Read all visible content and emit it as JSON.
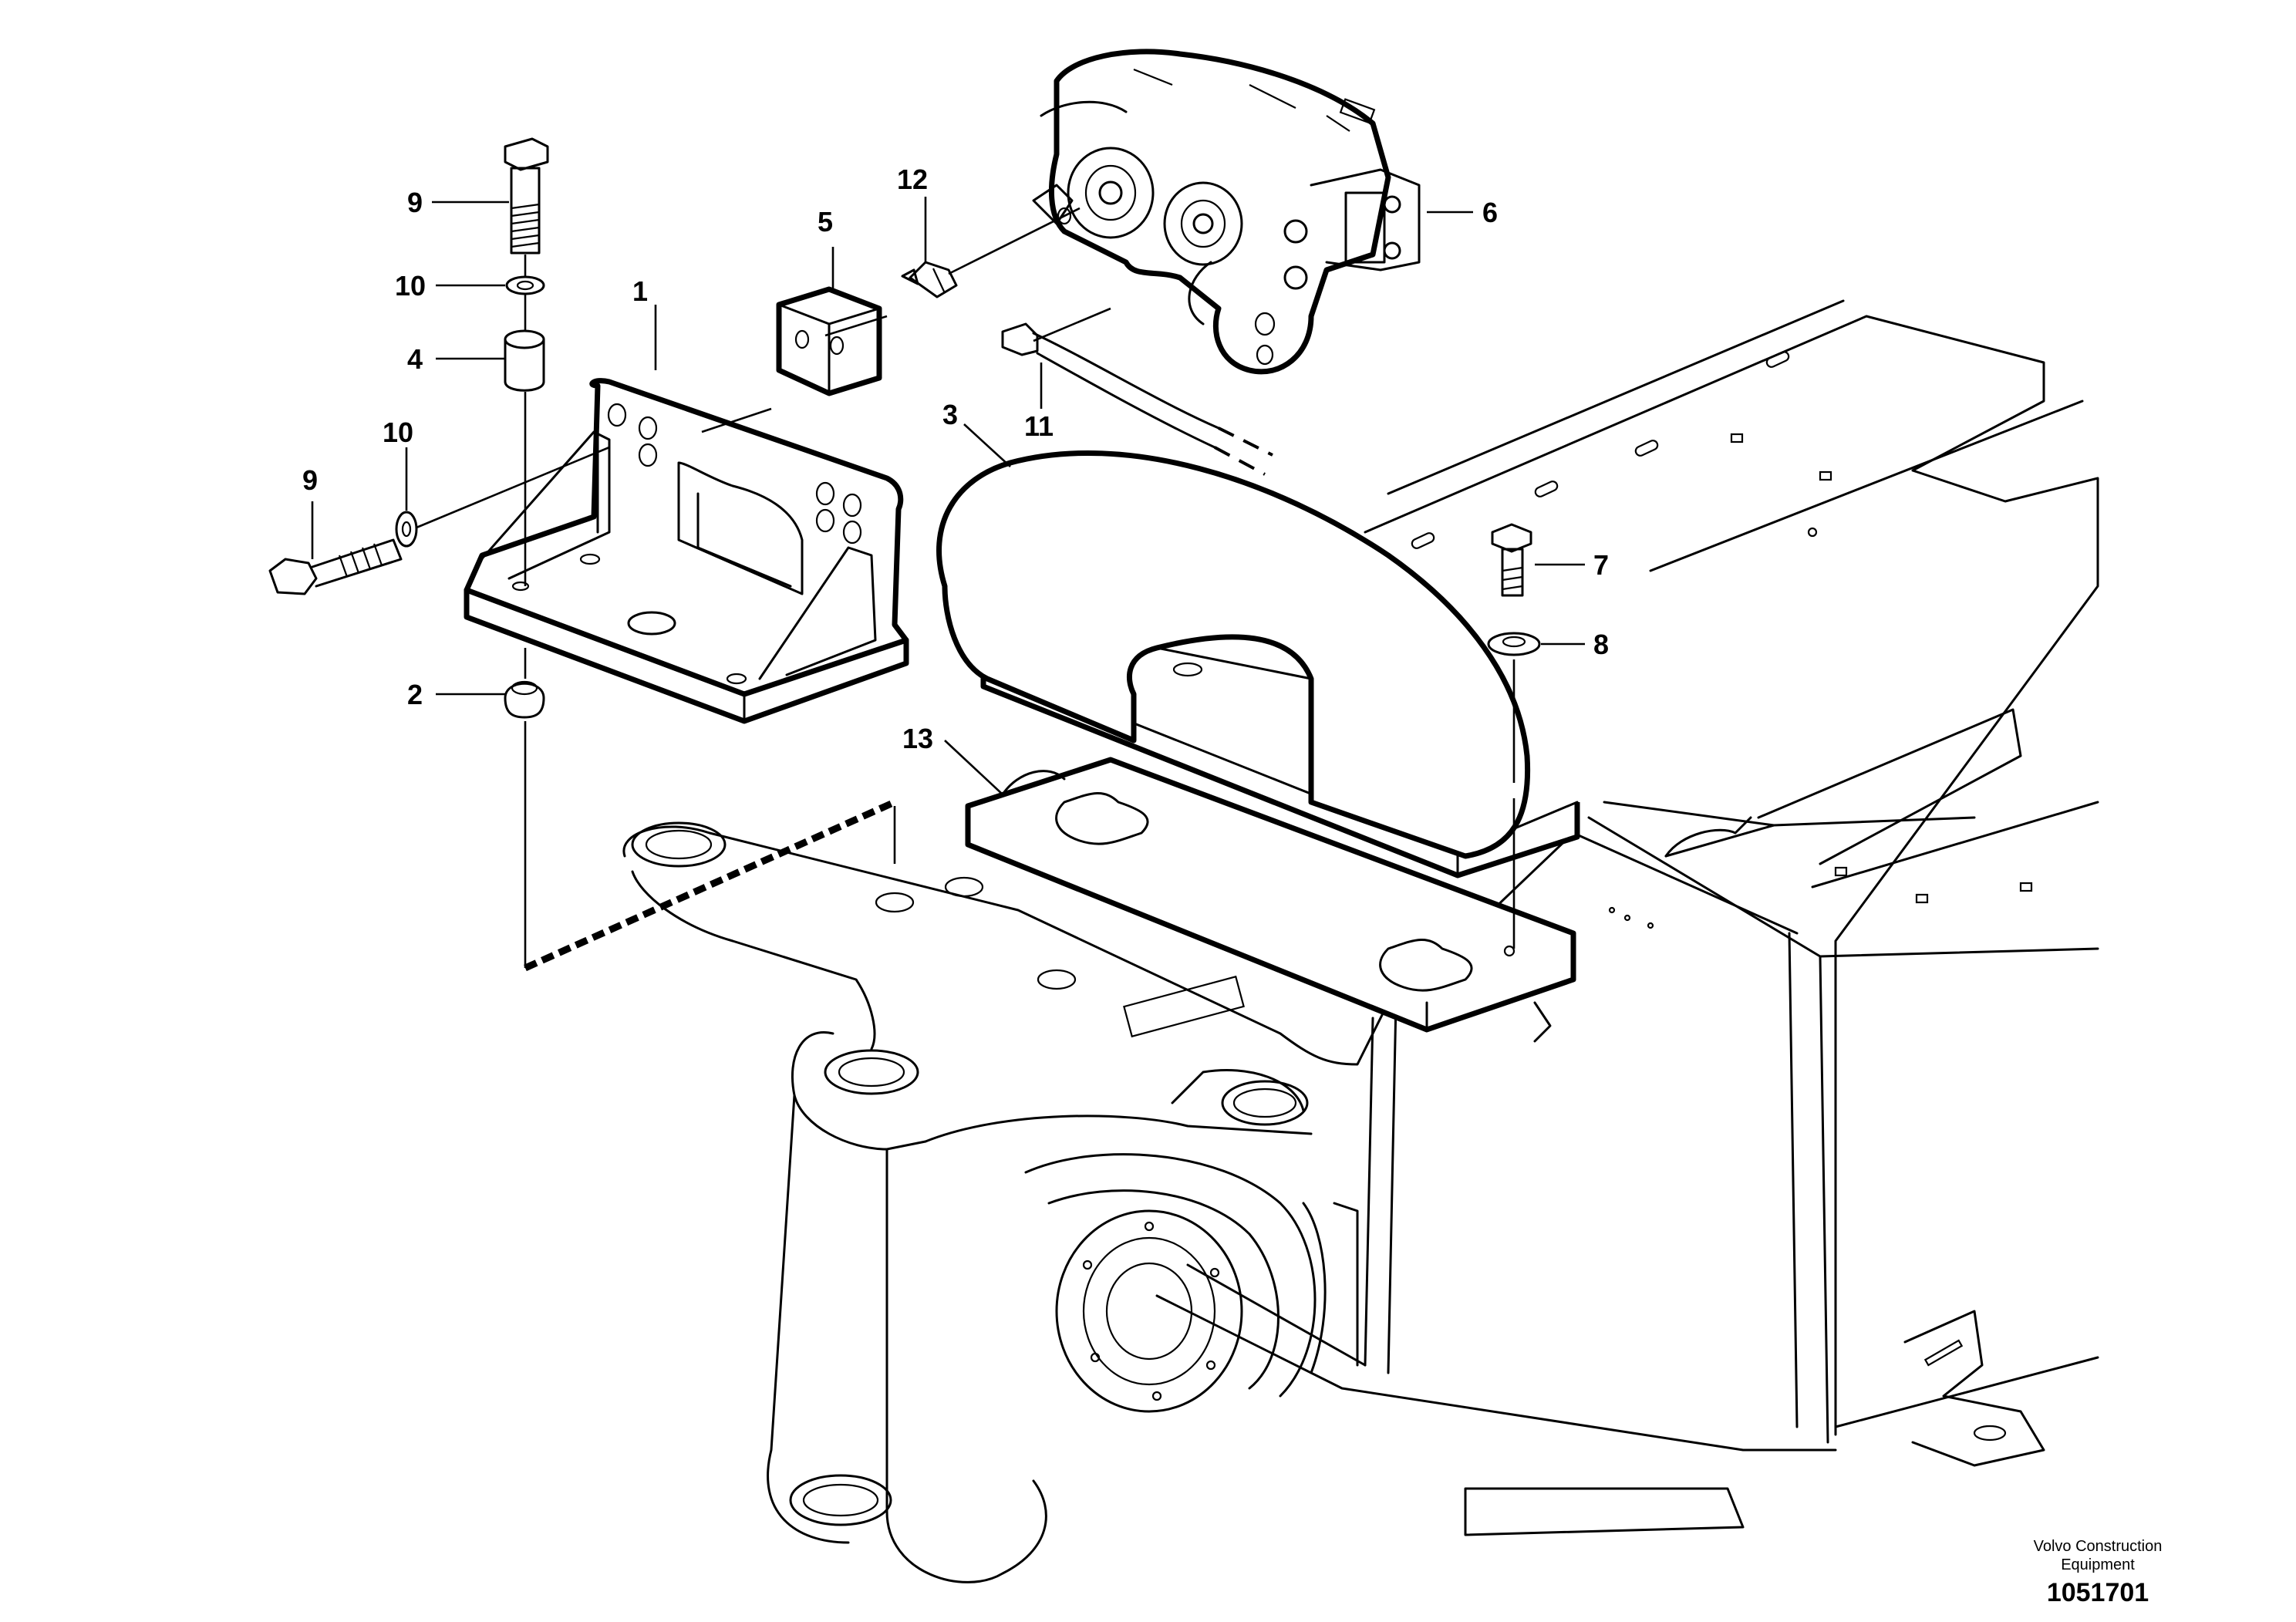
{
  "callouts": [
    {
      "label": "1"
    },
    {
      "label": "2"
    },
    {
      "label": "3"
    },
    {
      "label": "4"
    },
    {
      "label": "5"
    },
    {
      "label": "6"
    },
    {
      "label": "7"
    },
    {
      "label": "8"
    },
    {
      "label": "9"
    },
    {
      "label": "9"
    },
    {
      "label": "10"
    },
    {
      "label": "10"
    },
    {
      "label": "11"
    },
    {
      "label": "12"
    },
    {
      "label": "13"
    }
  ],
  "footer": {
    "brand_line1": "Volvo Construction",
    "brand_line2": "Equipment",
    "reference_number": "1051701"
  }
}
